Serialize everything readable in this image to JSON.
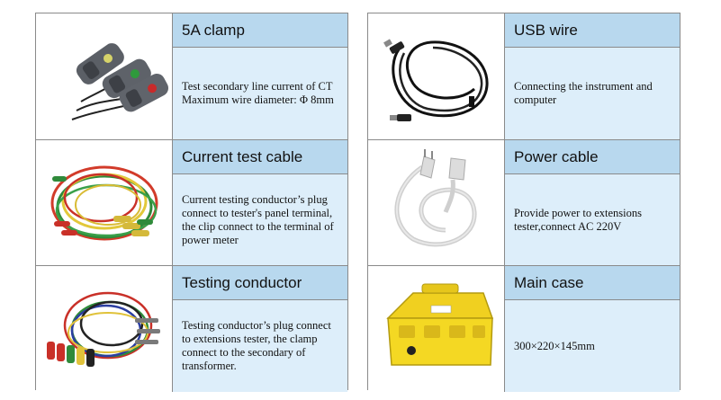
{
  "items": [
    {
      "title": "5A clamp",
      "description": "Test secondary line current of CT\nMaximum wire diameter: Φ 8mm",
      "icon": "clamp-icon"
    },
    {
      "title": "Current test cable",
      "description": "Current testing  conductor’s plug connect to  tester's panel terminal, the clip connect to the terminal of power meter",
      "icon": "test-cable-icon"
    },
    {
      "title": "Testing conductor",
      "description": "Testing  conductor’s  plug connect to extensions tester, the clamp connect to the secondary of transformer.",
      "icon": "testing-conductor-icon"
    },
    {
      "title": "USB wire",
      "description": "Connecting the instrument and computer",
      "icon": "usb-wire-icon"
    },
    {
      "title": "Power cable",
      "description": "Provide power to extensions tester,connect AC 220V",
      "icon": "power-cable-icon"
    },
    {
      "title": "Main case",
      "description": "300×220×145mm",
      "icon": "main-case-icon"
    }
  ],
  "colors": {
    "title_bg": "#b8d8ee",
    "desc_bg": "#ddeefa",
    "border": "#8a8a8a"
  }
}
